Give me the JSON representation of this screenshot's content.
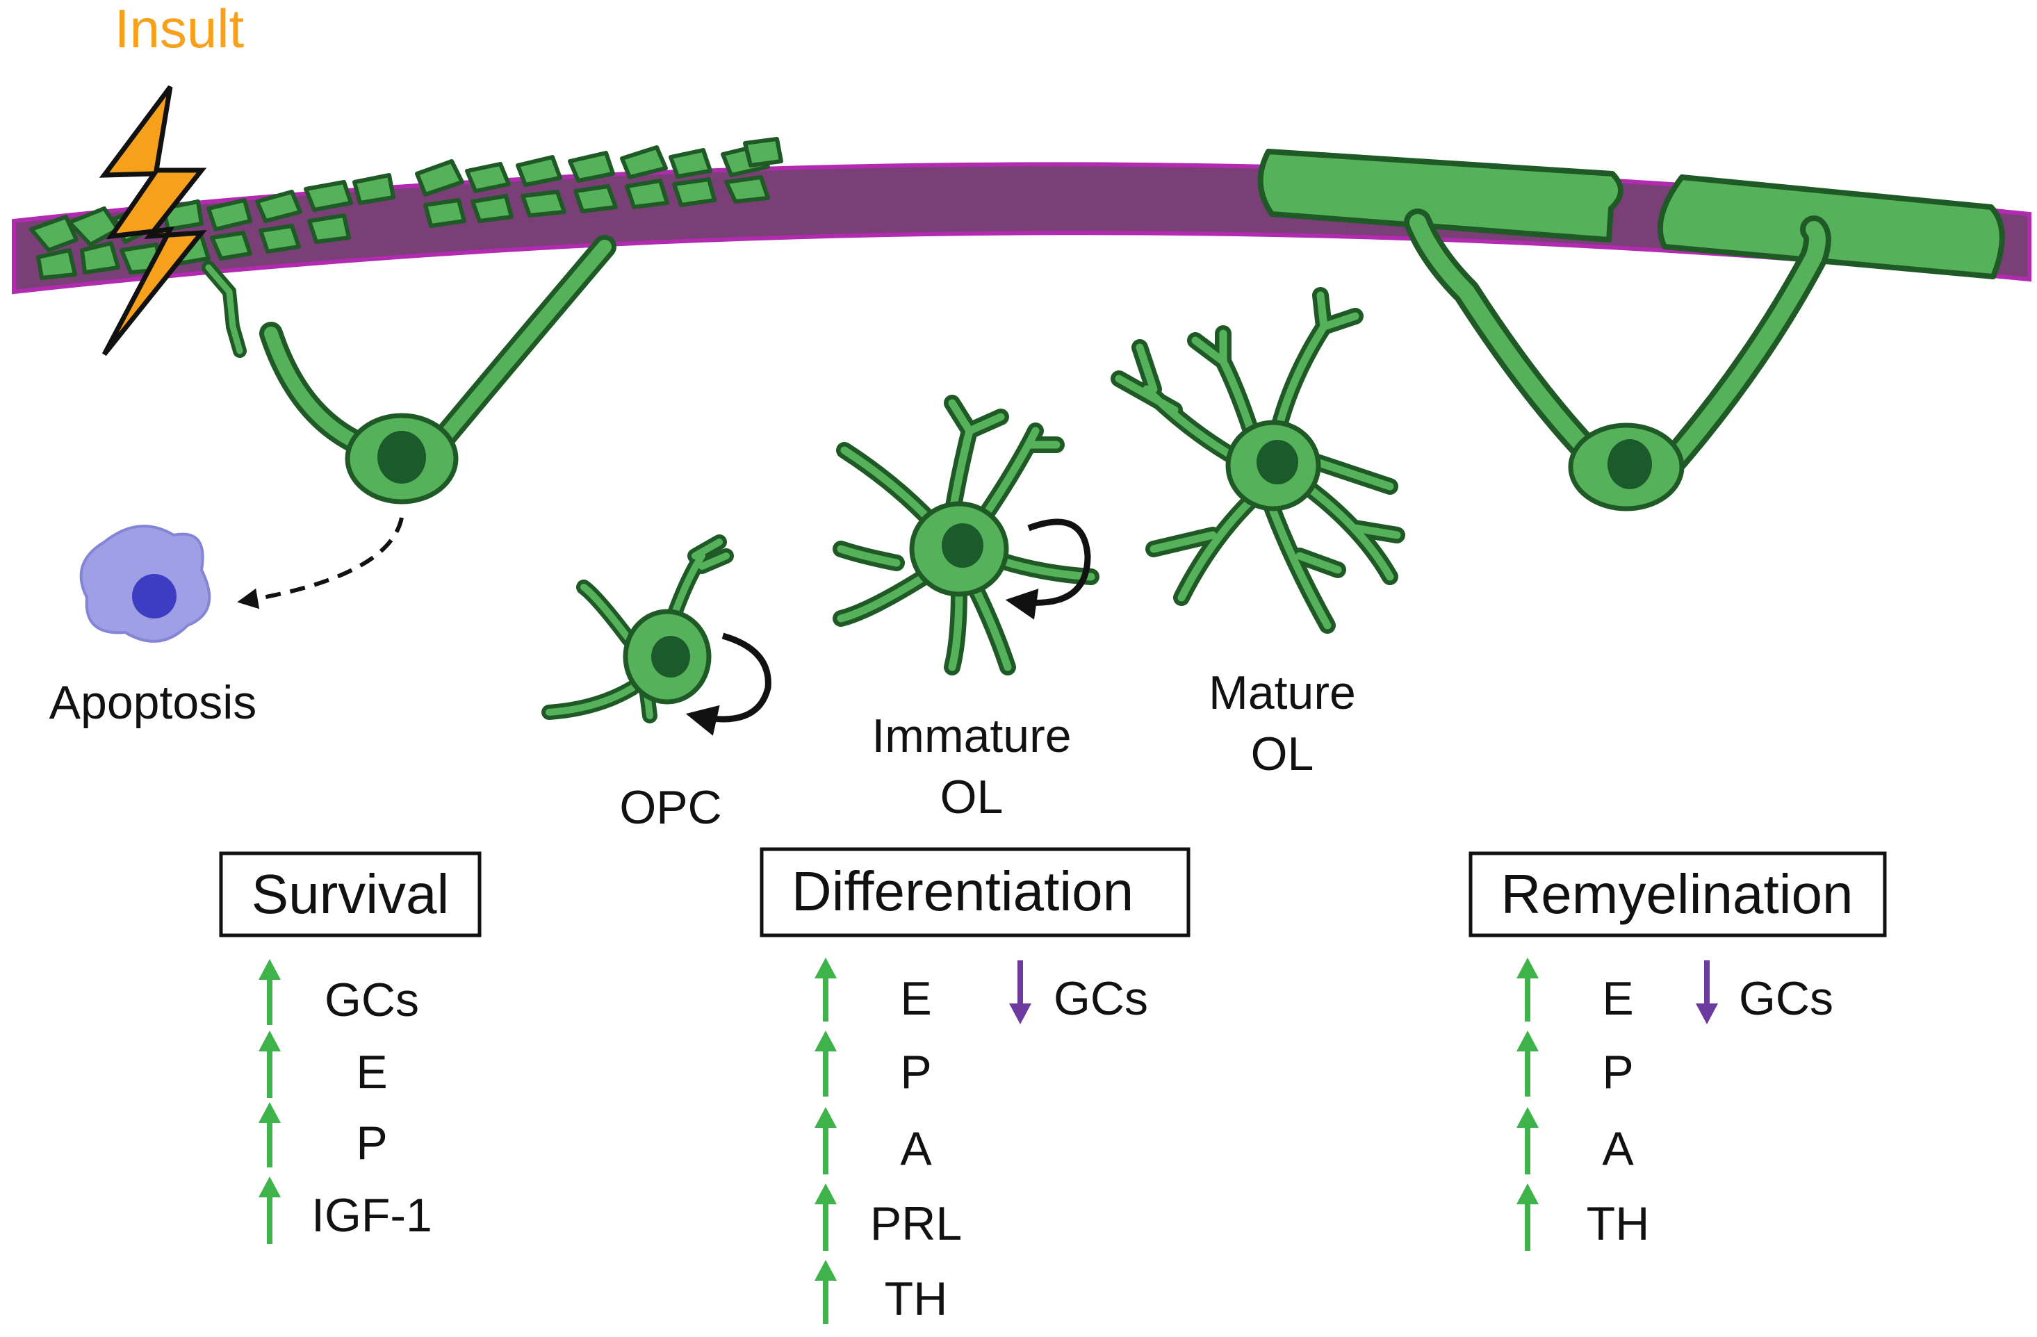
{
  "colors": {
    "axon": "#7b3f78",
    "axon_edge": "#b12ab0",
    "myelin": "#56b25a",
    "outline": "#1f5a26",
    "nucleus": "#1a5a2b",
    "insult": "#f7a01c",
    "apoptotic_cell": "#9f9fe6",
    "apoptotic_nucleus": "#3d3dc4",
    "up_arrow": "#3db34a",
    "down_arrow": "#6d3aa0"
  },
  "icons": {
    "insult": "lightning-bolt-icon",
    "up": "up-arrow-icon",
    "down": "down-arrow-icon",
    "cycle": "curved-arrow-icon"
  },
  "labels": {
    "insult": "Insult",
    "apoptosis": "Apoptosis",
    "opc": "OPC",
    "immature_line1": "Immature",
    "immature_line2": "OL",
    "mature_line1": "Mature",
    "mature_line2": "OL"
  },
  "panels": {
    "survival": {
      "title": "Survival",
      "up": [
        "GCs",
        "E",
        "P",
        "IGF-1"
      ]
    },
    "differentiation": {
      "title": "Differentiation",
      "up": [
        "E",
        "P",
        "A",
        "PRL",
        "TH"
      ],
      "down": [
        "GCs"
      ]
    },
    "remyelination": {
      "title": "Remyelination",
      "up": [
        "E",
        "P",
        "A",
        "TH"
      ],
      "down": [
        "GCs"
      ]
    }
  }
}
